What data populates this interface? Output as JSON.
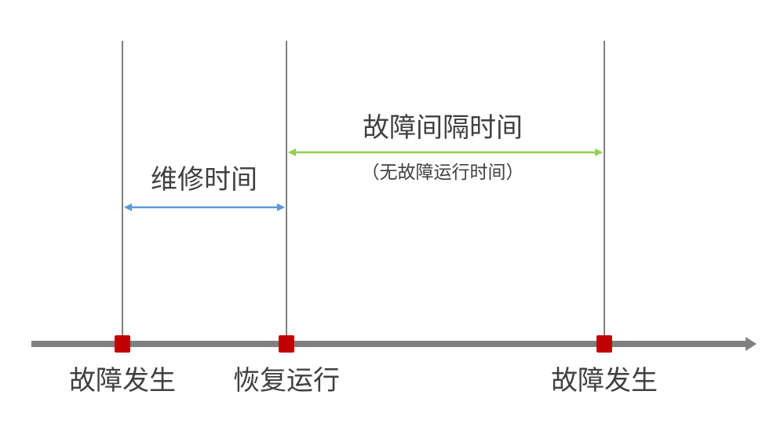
{
  "events": [
    {
      "id": "failure_1",
      "label": "故障发生"
    },
    {
      "id": "restore",
      "label": "恢复运行"
    },
    {
      "id": "failure_2",
      "label": "故障发生"
    }
  ],
  "intervals": {
    "repair": {
      "label": "维修时间",
      "color": "#5b9bd5"
    },
    "between_failures": {
      "label": "故障间隔时间",
      "sublabel": "（无故障运行时间）",
      "color": "#92d050"
    }
  },
  "colors": {
    "axis": "#808080",
    "vertical_line": "#808080",
    "event_marker": "#c00000",
    "text": "#404040"
  }
}
